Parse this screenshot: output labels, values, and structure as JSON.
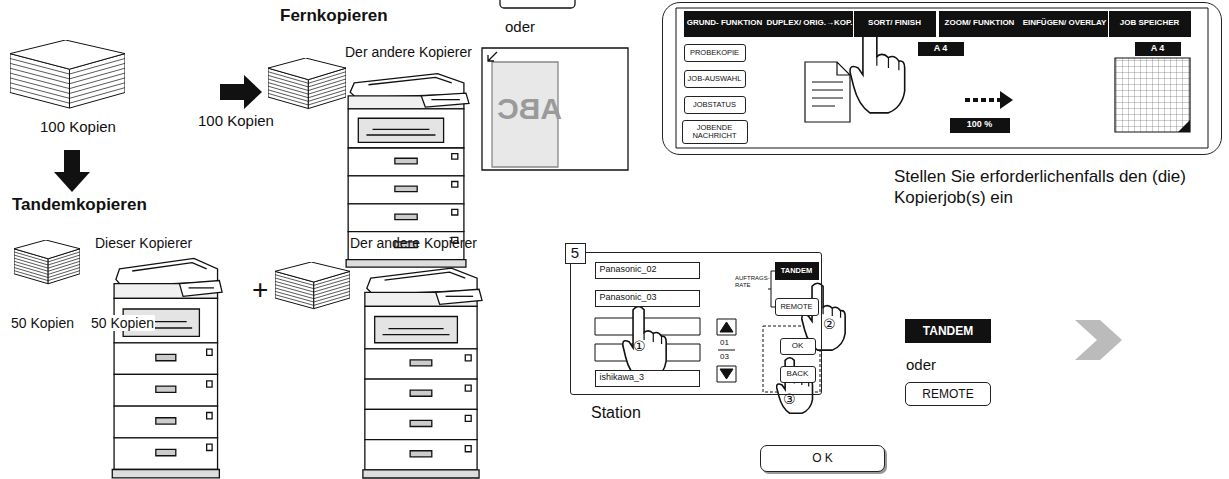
{
  "diagram": {
    "nodes": [
      {
        "text": [
          "Stellen Sie erforderlichenfalls den (die) Kopierjob(s) ein"
        ]
      },
      {
        "text": [
          "GRUND- FUNKTION"
        ],
        "in": 0
      },
      {
        "text": [
          "DUPLEX/ ORIG.→KOP."
        ],
        "in": 0
      },
      {
        "text": [
          "SORT/ FINISH"
        ],
        "in": 0
      },
      {
        "text": [
          "ZOOM/ FUNKTION"
        ],
        "in": 0
      },
      {
        "text": [
          "EINFÜGEN/ OVERLAY"
        ],
        "in": 0
      },
      {
        "text": [
          "JOB SPEICHER"
        ],
        "in": 0
      },
      {
        "text": [
          "PROBEKOPIE"
        ],
        "in": 0
      },
      {
        "text": [
          "JOB-AUSWAHL"
        ],
        "in": 0
      },
      {
        "text": [
          "JOBSTATUS"
        ],
        "in": 0
      },
      {
        "text": [
          "JOBENDE NACHRICHT"
        ],
        "in": 0
      },
      {
        "text": [
          "A 4"
        ],
        "in": 0
      },
      {
        "text": [
          "A 4"
        ],
        "in": 0
      },
      {
        "text": [
          "100 %"
        ],
        "in": 0
      },
      {
        "text": [
          "Station"
        ]
      },
      {
        "text": [
          "5"
        ],
        "in": 14
      },
      {
        "text": [
          "Panasonic_02"
        ],
        "in": 14
      },
      {
        "text": [
          "Panasonic_03"
        ],
        "in": 14
      },
      {
        "text": [
          "ishikawa_3"
        ],
        "in": 14
      },
      {
        "text": [
          "TANDEM"
        ],
        "in": 14
      },
      {
        "text": [
          "REMOTE"
        ],
        "in": 14
      },
      {
        "text": [
          "OK"
        ],
        "in": 14
      },
      {
        "text": [
          "BACK"
        ],
        "in": 14
      },
      {
        "text": [
          "O K"
        ]
      },
      {
        "text": [
          "TANDEM"
        ]
      },
      {
        "text": [
          "REMOTE"
        ]
      }
    ],
    "labels": [
      "Fernkopieren",
      "Der andere Kopierer",
      "100 Kopien",
      "100 Kopien",
      "Tandemkopieren",
      "Dieser Kopierer",
      "Der andere Kopierer",
      "+",
      "50 Kopien",
      "50 Kopien",
      "oder",
      "ABC",
      "AUFTRAGS- RATE",
      "01",
      "03",
      "①",
      "②",
      "③",
      "oder"
    ]
  }
}
